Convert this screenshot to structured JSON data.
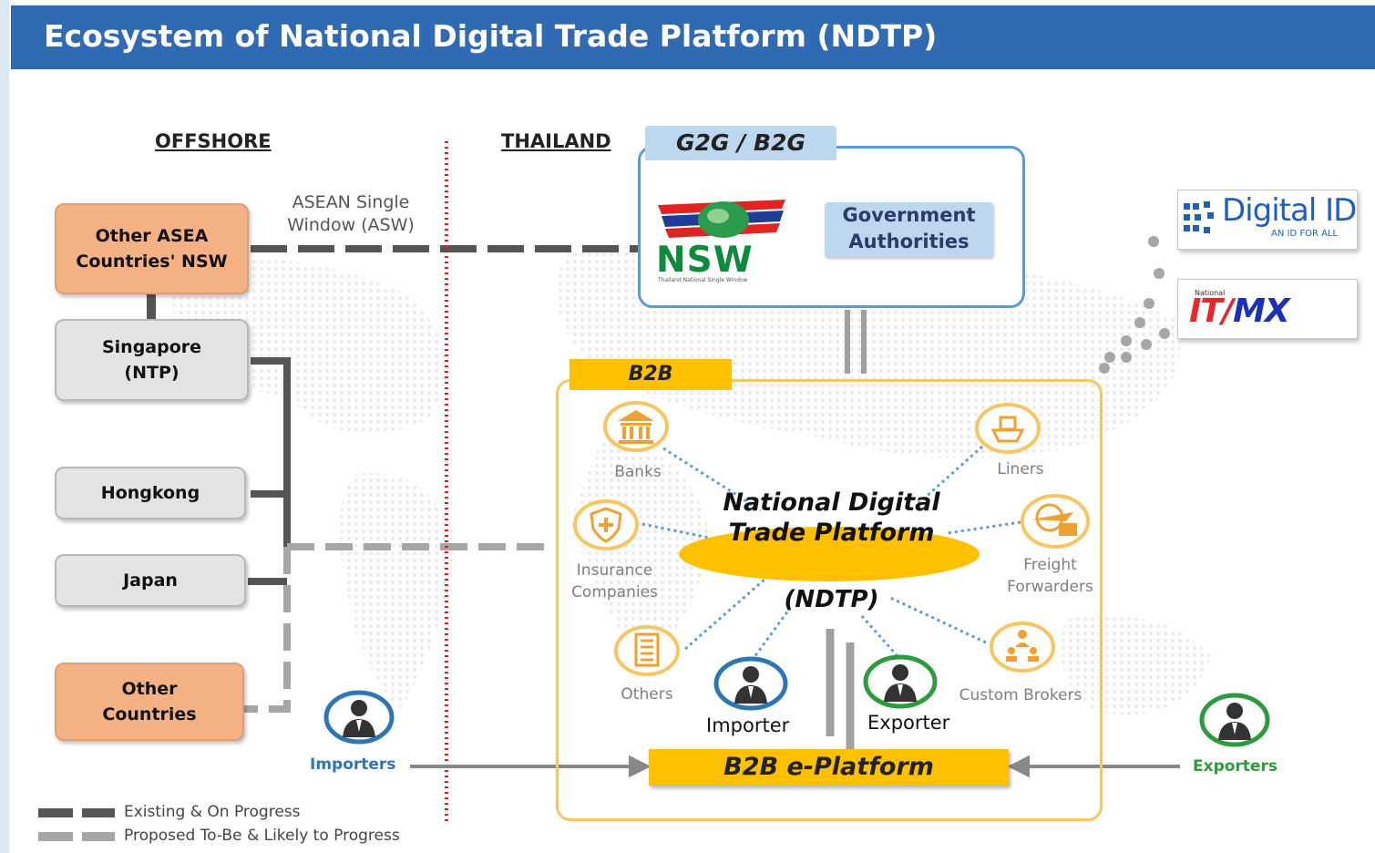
{
  "title": "Ecosystem of National Digital Trade Platform (NDTP)",
  "sections": {
    "offshore": "OFFSHORE",
    "thailand": "THAILAND"
  },
  "offshore": {
    "asean_nsw": "Other ASEA Countries' NSW",
    "singapore": "Singapore (NTP)",
    "hongkong": "Hongkong",
    "japan": "Japan",
    "other_countries": "Other Countries"
  },
  "asw_label": "ASEAN Single Window (ASW)",
  "g2g": {
    "tab": "G2G / B2G",
    "nsw": "NSW",
    "nsw_sub": "Thailand National Single Window",
    "gov_authorities": "Government Authorities"
  },
  "b2b": {
    "tab": "B2B",
    "ndtp_name": "National Digital Trade Platform",
    "ndtp_code": "(NDTP)",
    "nodes": {
      "banks": "Banks",
      "liners": "Liners",
      "insurance": "Insurance Companies",
      "freight": "Freight Forwarders",
      "others": "Others",
      "custom_brokers": "Custom Brokers"
    },
    "importer": "Importer",
    "exporter": "Exporter",
    "eplatform": "B2B e-Platform"
  },
  "importers": "Importers",
  "exporters": "Exporters",
  "logos": {
    "digital_id": "Digital ID",
    "digital_id_sub": "AN ID FOR ALL",
    "itmx_small": "National",
    "itmx_it": "IT",
    "itmx_mx": "MX"
  },
  "legend": {
    "existing": "Existing & On Progress",
    "proposed": "Proposed To-Be & Likely to Progress"
  },
  "colors": {
    "header": "#2f6ab3",
    "orange_box": "#f4b184",
    "gray_box": "#e3e3e3",
    "g2g_border": "#5b9bd5",
    "b2b_border": "#f7c663",
    "platform": "#ffc000",
    "existing_line": "#555555",
    "proposed_line": "#a6a6a6",
    "border_line": "#e02020"
  }
}
